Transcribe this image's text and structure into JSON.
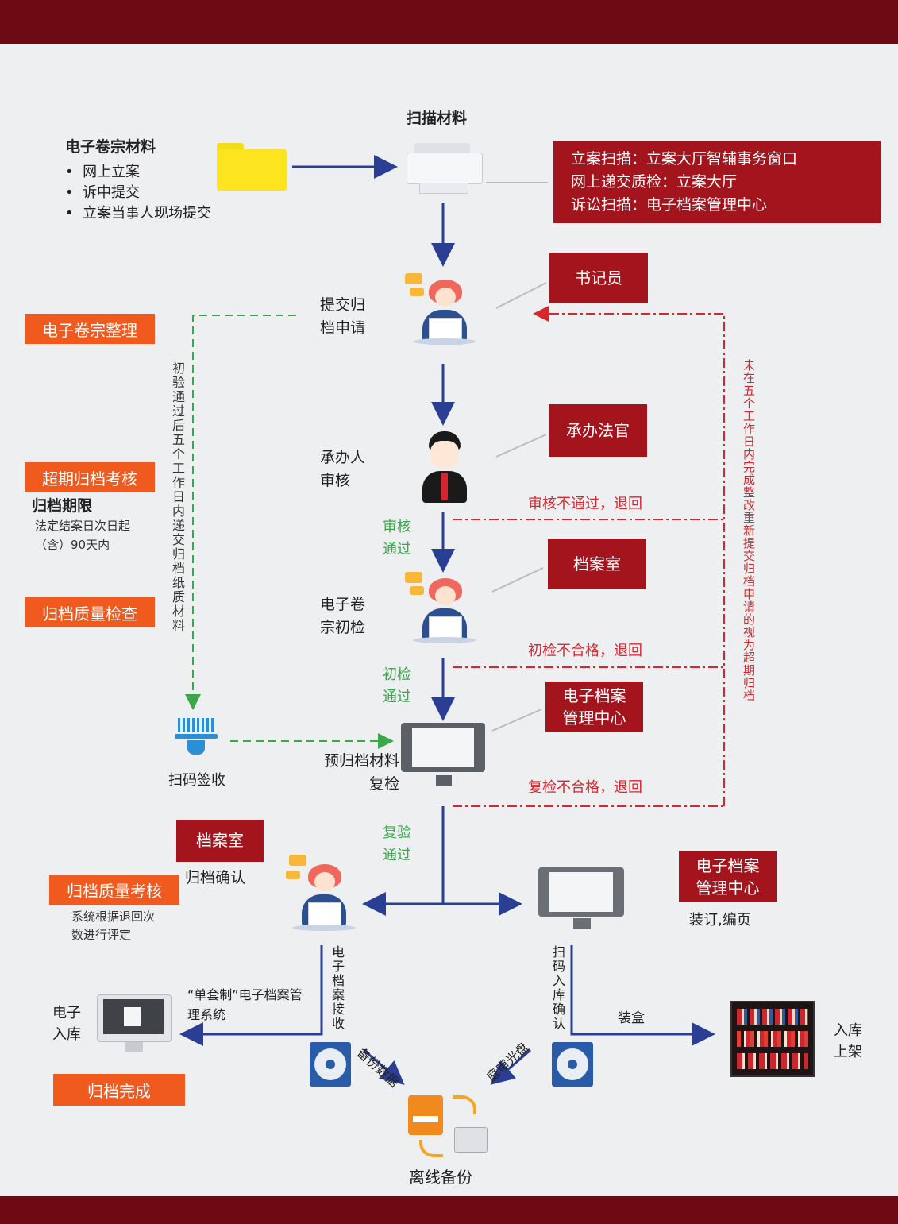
{
  "colors": {
    "band": "#6e0a14",
    "red_box": "#a3141d",
    "orange": "#f05a1e",
    "flow": "#2a3f93",
    "reject": "#d6262e",
    "green": "#3aa84a"
  },
  "materials": {
    "title": "电子卷宗材料",
    "items": [
      "网上立案",
      "诉中提交",
      "立案当事人现场提交"
    ]
  },
  "scan": {
    "title": "扫描材料",
    "lines": [
      "立案扫描：立案大厅智辅事务窗口",
      "网上递交质检：立案大厅",
      "诉讼扫描：电子档案管理中心"
    ]
  },
  "roles": {
    "clerk": "书记员",
    "judge": "承办法官",
    "archive": "档案室",
    "ecenter": "电子档案管理中心",
    "archive2": "档案室",
    "ecenter2": "电子档案管理中心"
  },
  "steps": {
    "submit": "提交归档申请",
    "review": "承办人审核",
    "initial": "电子卷宗初检",
    "precheck": "预归档材料复检",
    "confirm": "归档确认",
    "bind": "装订,编页",
    "scan_sign": "扫码签收",
    "offline": "离线备份",
    "e_store": "电子入库",
    "shelf": "入库上架"
  },
  "left": {
    "organize": "电子卷宗整理",
    "overdue": "超期归档考核",
    "limit_title": "归档期限",
    "limit_text": "法定结案日次日起（含）90天内",
    "quality_check": "归档质量检查",
    "quality_assess": "归档质量考核",
    "assess_text": "系统根据退回次数进行评定",
    "done": "归档完成"
  },
  "green_labels": {
    "review_pass": "审核通过",
    "initial_pass": "初检通过",
    "recheck_pass": "复验通过"
  },
  "reject_labels": {
    "review_fail": "审核不通过，退回",
    "initial_fail": "初检不合格，退回",
    "recheck_fail": "复检不合格，退回"
  },
  "vertical": {
    "paper": "初验通过后五个工作日内递交归档纸质材料",
    "overdue_rule": "未在五个工作日内完成整改重新提交归档申请的视为超期归档",
    "e_receive": "电子档案接收",
    "scan_confirm": "扫码入库确认"
  },
  "arrows": {
    "system": "“单套制”电子档案管理系统",
    "box": "装盒",
    "backup": "备份数据",
    "disc": "庭审光盘"
  }
}
